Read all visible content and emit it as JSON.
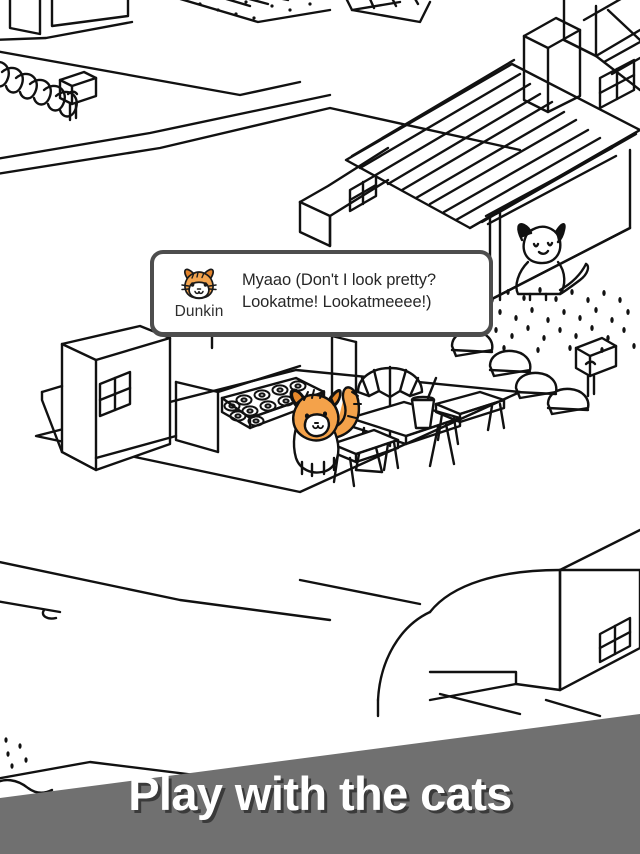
{
  "app": {
    "title": "Cat Collector Game",
    "scene_description": "Isometric black-and-white line-art neighborhood with houses, a donut cafe, picnic table with umbrella, stepping stones, mailboxes and cats"
  },
  "dialog": {
    "cat_name": "Dunkin",
    "avatar_icon": "orange-tabby-cat-face-icon",
    "message_line1": "Myaao (Don't I look pretty?",
    "message_line2": "Lookatme! Lookatmeeee!)",
    "border_color": "#4d4d4d",
    "background_color": "#ffffff",
    "text_color": "#272727"
  },
  "banner": {
    "caption": "Play with the cats",
    "background_color": "#707070",
    "text_color": "#ffffff",
    "shadow_color": "#3a3a3a"
  },
  "scene": {
    "line_color": "#111111",
    "background_color": "#ffffff",
    "cat_fur_color": "#e8892b",
    "cat_fur_light": "#f2aa55",
    "objects": [
      {
        "name": "mailbox-top-left",
        "label": "Mailbox"
      },
      {
        "name": "hedge-top-left",
        "label": "Hedge"
      },
      {
        "name": "striped-path-top",
        "label": "Striped path"
      },
      {
        "name": "house-with-tiled-roof",
        "label": "Tiled roof house"
      },
      {
        "name": "chimney",
        "label": "Chimney"
      },
      {
        "name": "wall-cat-painting",
        "label": "White cat on wall"
      },
      {
        "name": "white-box-building-left",
        "label": "Shop building"
      },
      {
        "name": "donut-tray",
        "label": "Tray of donuts"
      },
      {
        "name": "tabby-cat",
        "label": "Dunkin the tabby cat"
      },
      {
        "name": "picnic-table",
        "label": "Picnic table"
      },
      {
        "name": "patio-umbrella",
        "label": "Patio umbrella"
      },
      {
        "name": "drink-cup",
        "label": "Drink cup with straw"
      },
      {
        "name": "bench-left",
        "label": "Bench"
      },
      {
        "name": "bench-right",
        "label": "Bench"
      },
      {
        "name": "stepping-stones",
        "label": "Stepping stones"
      },
      {
        "name": "mailbox-right",
        "label": "Mailbox"
      },
      {
        "name": "gravel-texture",
        "label": "Gravel ground texture"
      },
      {
        "name": "house-bottom-right",
        "label": "House"
      }
    ]
  }
}
